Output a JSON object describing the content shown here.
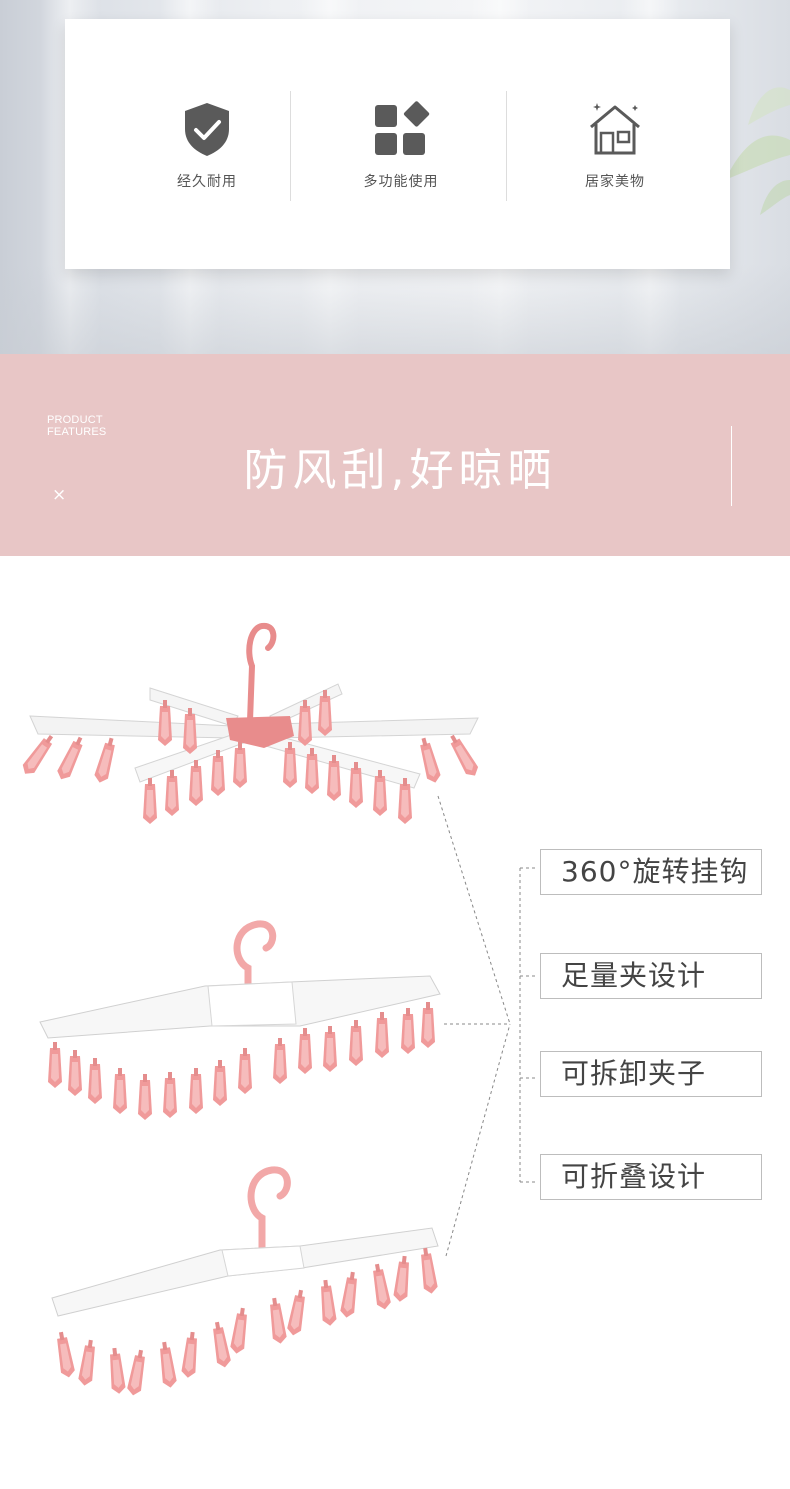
{
  "features": [
    {
      "icon": "shield-check-icon",
      "label": "经久耐用"
    },
    {
      "icon": "grid-blocks-icon",
      "label": "多功能使用"
    },
    {
      "icon": "house-icon",
      "label": "居家美物"
    }
  ],
  "band": {
    "eyebrow_line1": "PRODUCT",
    "eyebrow_line2": "FEATURES",
    "close_glyph": "×",
    "title": "防风刮,好晾晒"
  },
  "tags": [
    "360°旋转挂钩",
    "足量夹设计",
    "可拆卸夹子",
    "可折叠设计"
  ],
  "colors": {
    "band": "#e8c6c6",
    "clip_pink": "#f09a9a",
    "icon_grey": "#5a5a5a",
    "tag_border": "#bdbdbd"
  }
}
